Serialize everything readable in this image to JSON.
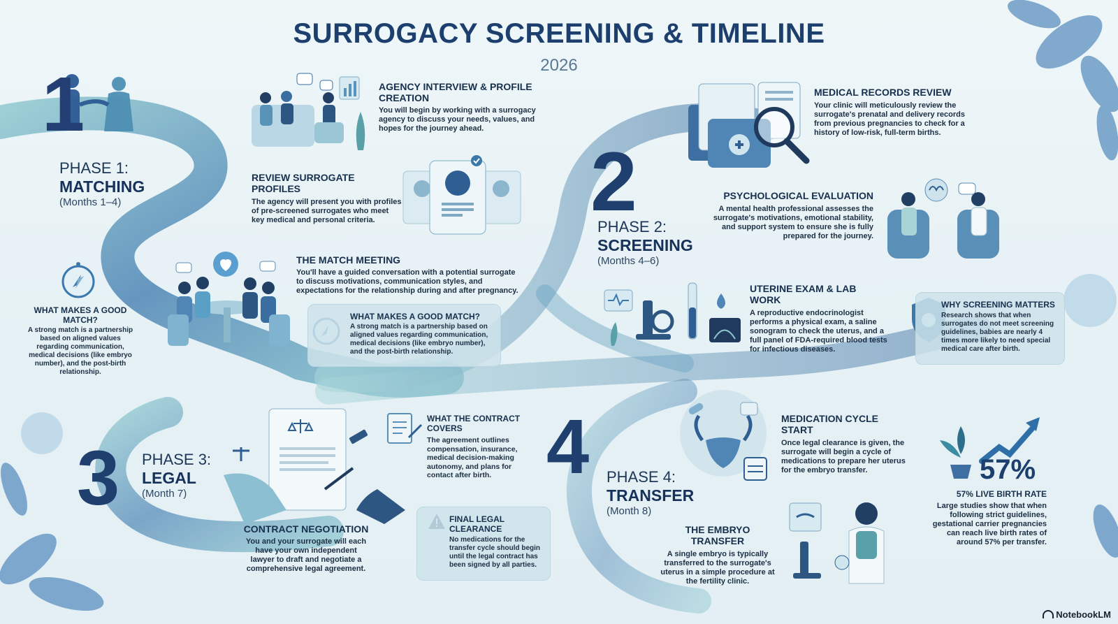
{
  "title": "SURROGACY SCREENING & TIMELINE",
  "year": "2026",
  "phase1": {
    "number": "1",
    "label": "PHASE 1:",
    "name": "MATCHING",
    "months": "(Months 1–4)",
    "agency": {
      "heading": "AGENCY INTERVIEW & PROFILE CREATION",
      "text": "You will begin by working with a surrogacy agency to discuss your needs, values, and hopes for the journey ahead."
    },
    "review": {
      "heading": "REVIEW SURROGATE PROFILES",
      "text": "The agency will present you with profiles of pre-screened surrogates who meet key medical and personal criteria."
    },
    "match_meeting": {
      "heading": "THE MATCH MEETING",
      "text": "You'll have a guided conversation with a potential surrogate to discuss motivations, communication styles, and expectations for the relationship during and after pregnancy."
    },
    "good_match_left": {
      "heading": "WHAT MAKES A GOOD MATCH?",
      "text": "A strong match is a partnership based on aligned values regarding communication, medical decisions (like embryo number), and the post-birth relationship."
    },
    "good_match_card": {
      "heading": "WHAT MAKES A GOOD MATCH?",
      "text": "A strong match is a partnership based on aligned values regarding communication, medical decisions (like embryo number), and the post-birth relationship."
    }
  },
  "phase2": {
    "number": "2",
    "label": "PHASE 2:",
    "name": "SCREENING",
    "months": "(Months 4–6)",
    "records": {
      "heading": "MEDICAL RECORDS REVIEW",
      "text": "Your clinic will meticulously review the surrogate's prenatal and delivery records from previous pregnancies to check for a history of low-risk, full-term births."
    },
    "psych": {
      "heading": "PSYCHOLOGICAL EVALUATION",
      "text": "A mental health professional assesses the surrogate's motivations, emotional stability, and support system to ensure she is fully prepared for the journey."
    },
    "uterine": {
      "heading": "UTERINE EXAM & LAB WORK",
      "text": "A reproductive endocrinologist performs a physical exam, a saline sonogram to check the uterus, and a full panel of FDA-required blood tests for infectious diseases."
    },
    "why": {
      "heading": "WHY SCREENING MATTERS",
      "text": "Research shows that when surrogates do not meet screening guidelines, babies are nearly 4 times more likely to need special medical care after birth."
    }
  },
  "phase3": {
    "number": "3",
    "label": "PHASE 3:",
    "name": "LEGAL",
    "months": "(Month 7)",
    "covers": {
      "heading": "WHAT THE CONTRACT COVERS",
      "text": "The agreement outlines compensation, insurance, medical decision-making autonomy, and plans for contact after birth."
    },
    "negotiation": {
      "heading": "CONTRACT NEGOTIATION",
      "text": "You and your surrogate will each have your own independent lawyer to draft and negotiate a comprehensive legal agreement."
    },
    "clearance": {
      "heading": "FINAL LEGAL CLEARANCE",
      "text": "No medications for the transfer cycle should begin until the legal contract has been signed by all parties."
    }
  },
  "phase4": {
    "number": "4",
    "label": "PHASE 4:",
    "name": "TRANSFER",
    "months": "(Month 8)",
    "medication": {
      "heading": "MEDICATION CYCLE START",
      "text": "Once legal clearance is given, the surrogate will begin a cycle of medications to prepare her uterus for the embryo transfer."
    },
    "embryo": {
      "heading": "THE EMBRYO TRANSFER",
      "text": "A single embryo is typically transferred to the surrogate's uterus in a simple procedure at the fertility clinic."
    },
    "stat": {
      "value": "57%",
      "heading": "57% LIVE BIRTH RATE",
      "text": "Large studies show that when following strict guidelines, gestational carrier pregnancies can reach live birth rates of around 57% per transfer."
    }
  },
  "brand": "NotebookLM",
  "colors": {
    "title": "#1d3f6e",
    "ribbon_dark": "#2f5f92",
    "ribbon_light": "#8fc7cf",
    "card": "#cfe3eb"
  }
}
